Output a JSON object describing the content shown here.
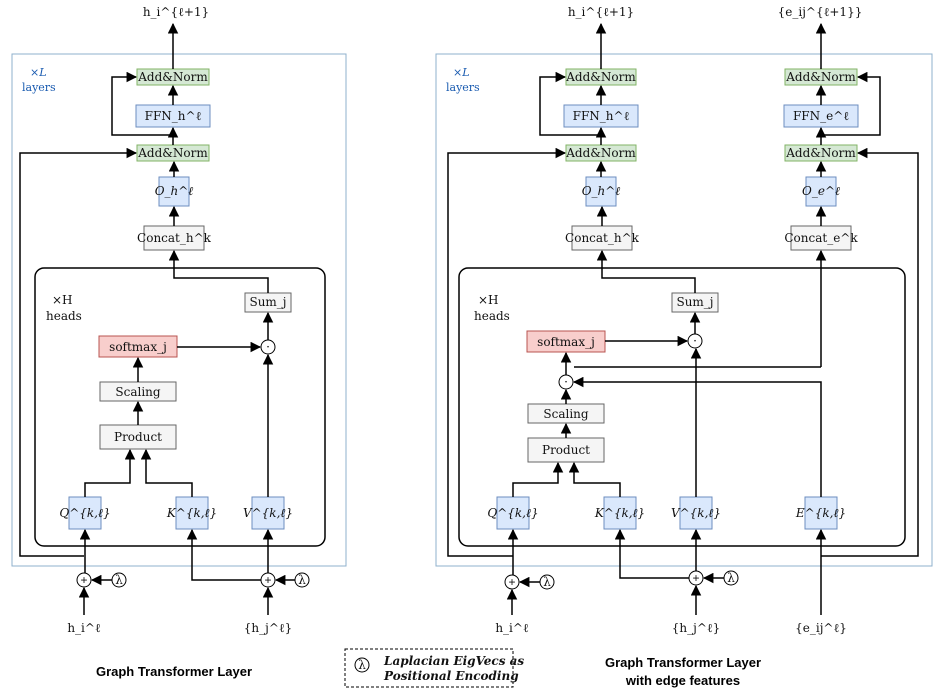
{
  "colors": {
    "outer_frame": "#8fb0cc",
    "green_fill": "#d5e8d4",
    "green_stroke": "#82b366",
    "blue_fill": "#dae8fc",
    "blue_stroke": "#6c8ebf",
    "red_fill": "#f8cecc",
    "red_stroke": "#b85450",
    "gray_fill": "#f5f5f5",
    "gray_stroke": "#666666",
    "layer_label": "#1a5bb0"
  },
  "left": {
    "top_output": "h_i^{ℓ+1}",
    "layers": {
      "mult": "×L",
      "word": "layers"
    },
    "heads": {
      "mult": "×H",
      "word": "heads"
    },
    "add_norm_top": "Add&Norm",
    "ffn": "FFN_h^ℓ",
    "add_norm_mid": "Add&Norm",
    "o_proj": "O_h^ℓ",
    "concat": "Concat_h^k",
    "sum": "Sum_j",
    "softmax": "softmax_j",
    "scaling": "Scaling",
    "product": "Product",
    "q": "Q^{k,ℓ}",
    "k": "K^{k,ℓ}",
    "v": "V^{k,ℓ}",
    "input_h": "h_i^ℓ",
    "input_hj": "{h_j^ℓ}",
    "caption": "Graph Transformer Layer"
  },
  "right": {
    "top_output_h": "h_i^{ℓ+1}",
    "top_output_e": "{e_ij^{ℓ+1}}",
    "layers": {
      "mult": "×L",
      "word": "layers"
    },
    "heads": {
      "mult": "×H",
      "word": "heads"
    },
    "add_norm_top_h": "Add&Norm",
    "add_norm_top_e": "Add&Norm",
    "ffn_h": "FFN_h^ℓ",
    "ffn_e": "FFN_e^ℓ",
    "add_norm_mid_h": "Add&Norm",
    "add_norm_mid_e": "Add&Norm",
    "o_h": "O_h^ℓ",
    "o_e": "O_e^ℓ",
    "concat_h": "Concat_h^k",
    "concat_e": "Concat_e^k",
    "sum": "Sum_j",
    "softmax": "softmax_j",
    "scaling": "Scaling",
    "product": "Product",
    "q": "Q^{k,ℓ}",
    "k": "K^{k,ℓ}",
    "v": "V^{k,ℓ}",
    "e": "E^{k,ℓ}",
    "input_h": "h_i^ℓ",
    "input_hj": "{h_j^ℓ}",
    "input_e": "{e_ij^ℓ}",
    "caption_line1": "Graph Transformer Layer",
    "caption_line2": "with edge features"
  },
  "legend": {
    "symbol": "λ",
    "line1": "Laplacian EigVecs as",
    "line2": "Positional Encoding"
  },
  "ops": {
    "plus": "+",
    "dot": "·",
    "lambda": "λ"
  }
}
